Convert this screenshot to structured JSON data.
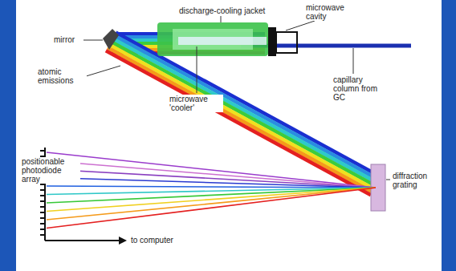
{
  "diagram": {
    "labels": [
      "discharge-cooling jacket",
      "microwave cavity",
      "mirror",
      "atomic emissions",
      "microwave 'cooler'",
      "capillary column from GC",
      "diffraction grating",
      "positionable photodiode array",
      "to computer"
    ]
  }
}
